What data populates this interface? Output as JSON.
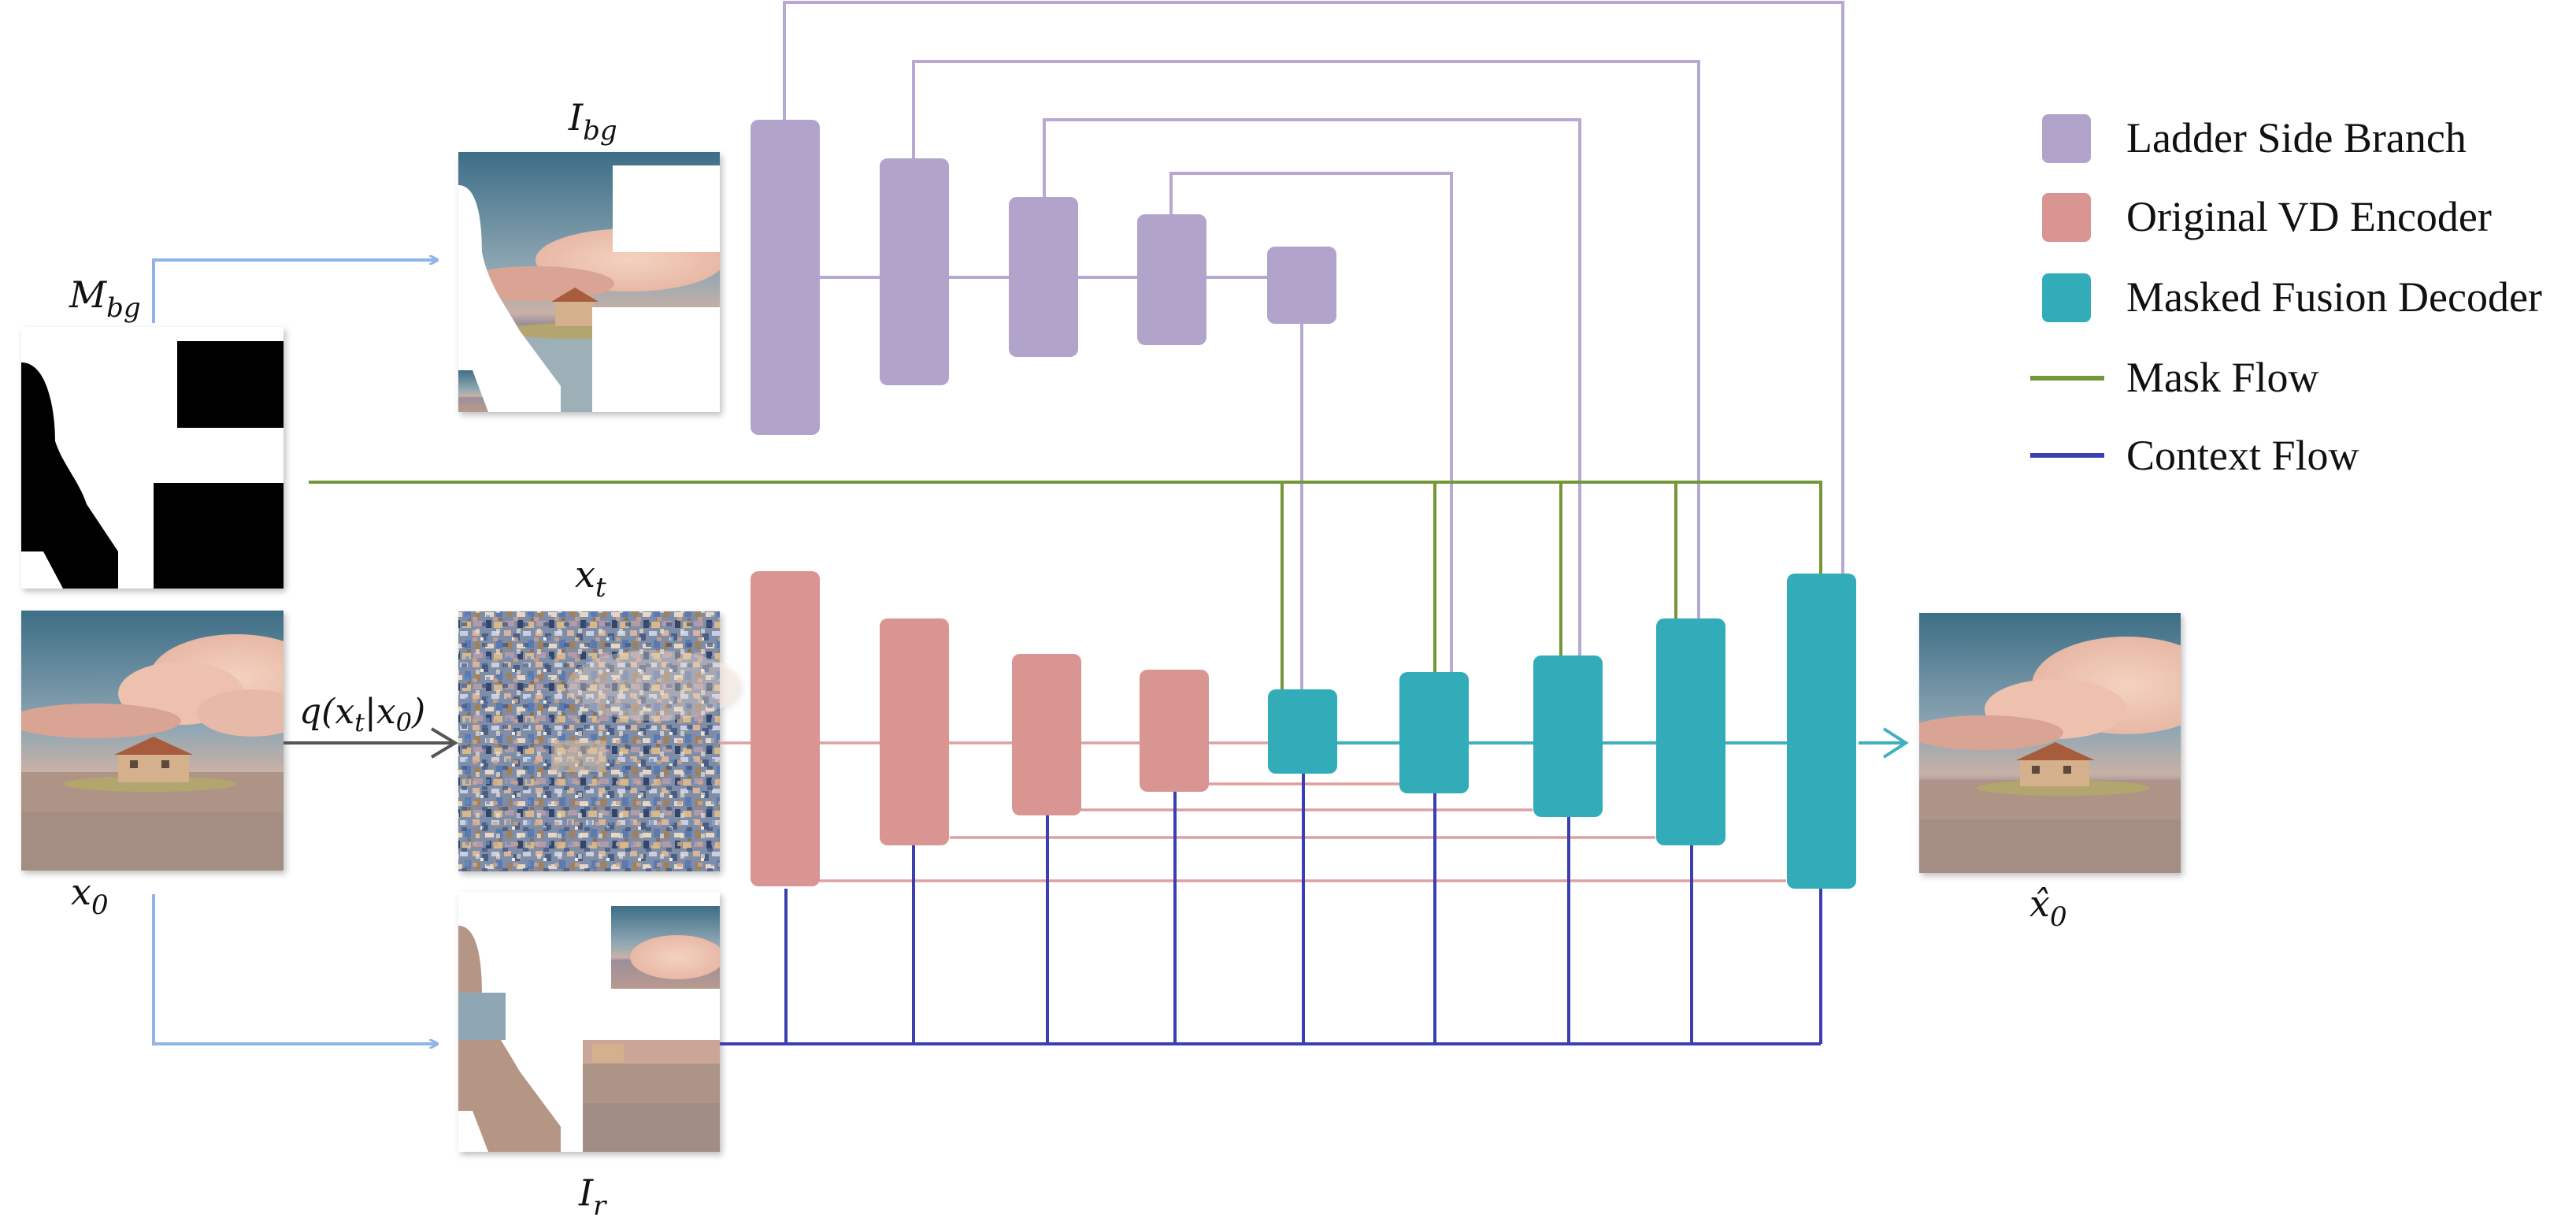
{
  "colors": {
    "ladder": "#b1a3c9",
    "encoder": "#d99592",
    "decoder": "#33acba",
    "mask_flow": "#74973a",
    "context_flow": "#3b3fb0",
    "input_arrow": "#8fb4e6",
    "ladder_line": "#b7a9d1",
    "encoder_line": "#dea0a0",
    "decoder_line": "#3fb0bd",
    "noise_arrow": "#555555"
  },
  "labels": {
    "I_bg": {
      "base": "I",
      "sub": "bg"
    },
    "M_bg": {
      "base": "M",
      "sub": "bg"
    },
    "x_t": {
      "base": "x",
      "sub": "t"
    },
    "x_0": {
      "base": "x",
      "sub": "0"
    },
    "I_r": {
      "base": "I",
      "sub": "r"
    },
    "x0_hat": {
      "base": "x̂",
      "sub": "0"
    },
    "q": {
      "pre": "q(x",
      "sub1": "t",
      "mid": "|x",
      "sub2": "0",
      "post": ")"
    }
  },
  "legend": [
    {
      "type": "box",
      "color": "ladder",
      "label": "Ladder Side Branch"
    },
    {
      "type": "box",
      "color": "encoder",
      "label": "Original VD Encoder"
    },
    {
      "type": "box",
      "color": "decoder",
      "label": "Masked Fusion Decoder"
    },
    {
      "type": "line",
      "color": "mask_flow",
      "label": "Mask Flow"
    },
    {
      "type": "line",
      "color": "context_flow",
      "label": "Context Flow"
    }
  ],
  "icons": {
    "x0": "landscape-house-image",
    "mask": "binary-mask-image",
    "Ibg": "masked-background-image",
    "xt": "noisy-image",
    "Ir": "masked-reference-image",
    "output": "reconstructed-landscape-image"
  }
}
